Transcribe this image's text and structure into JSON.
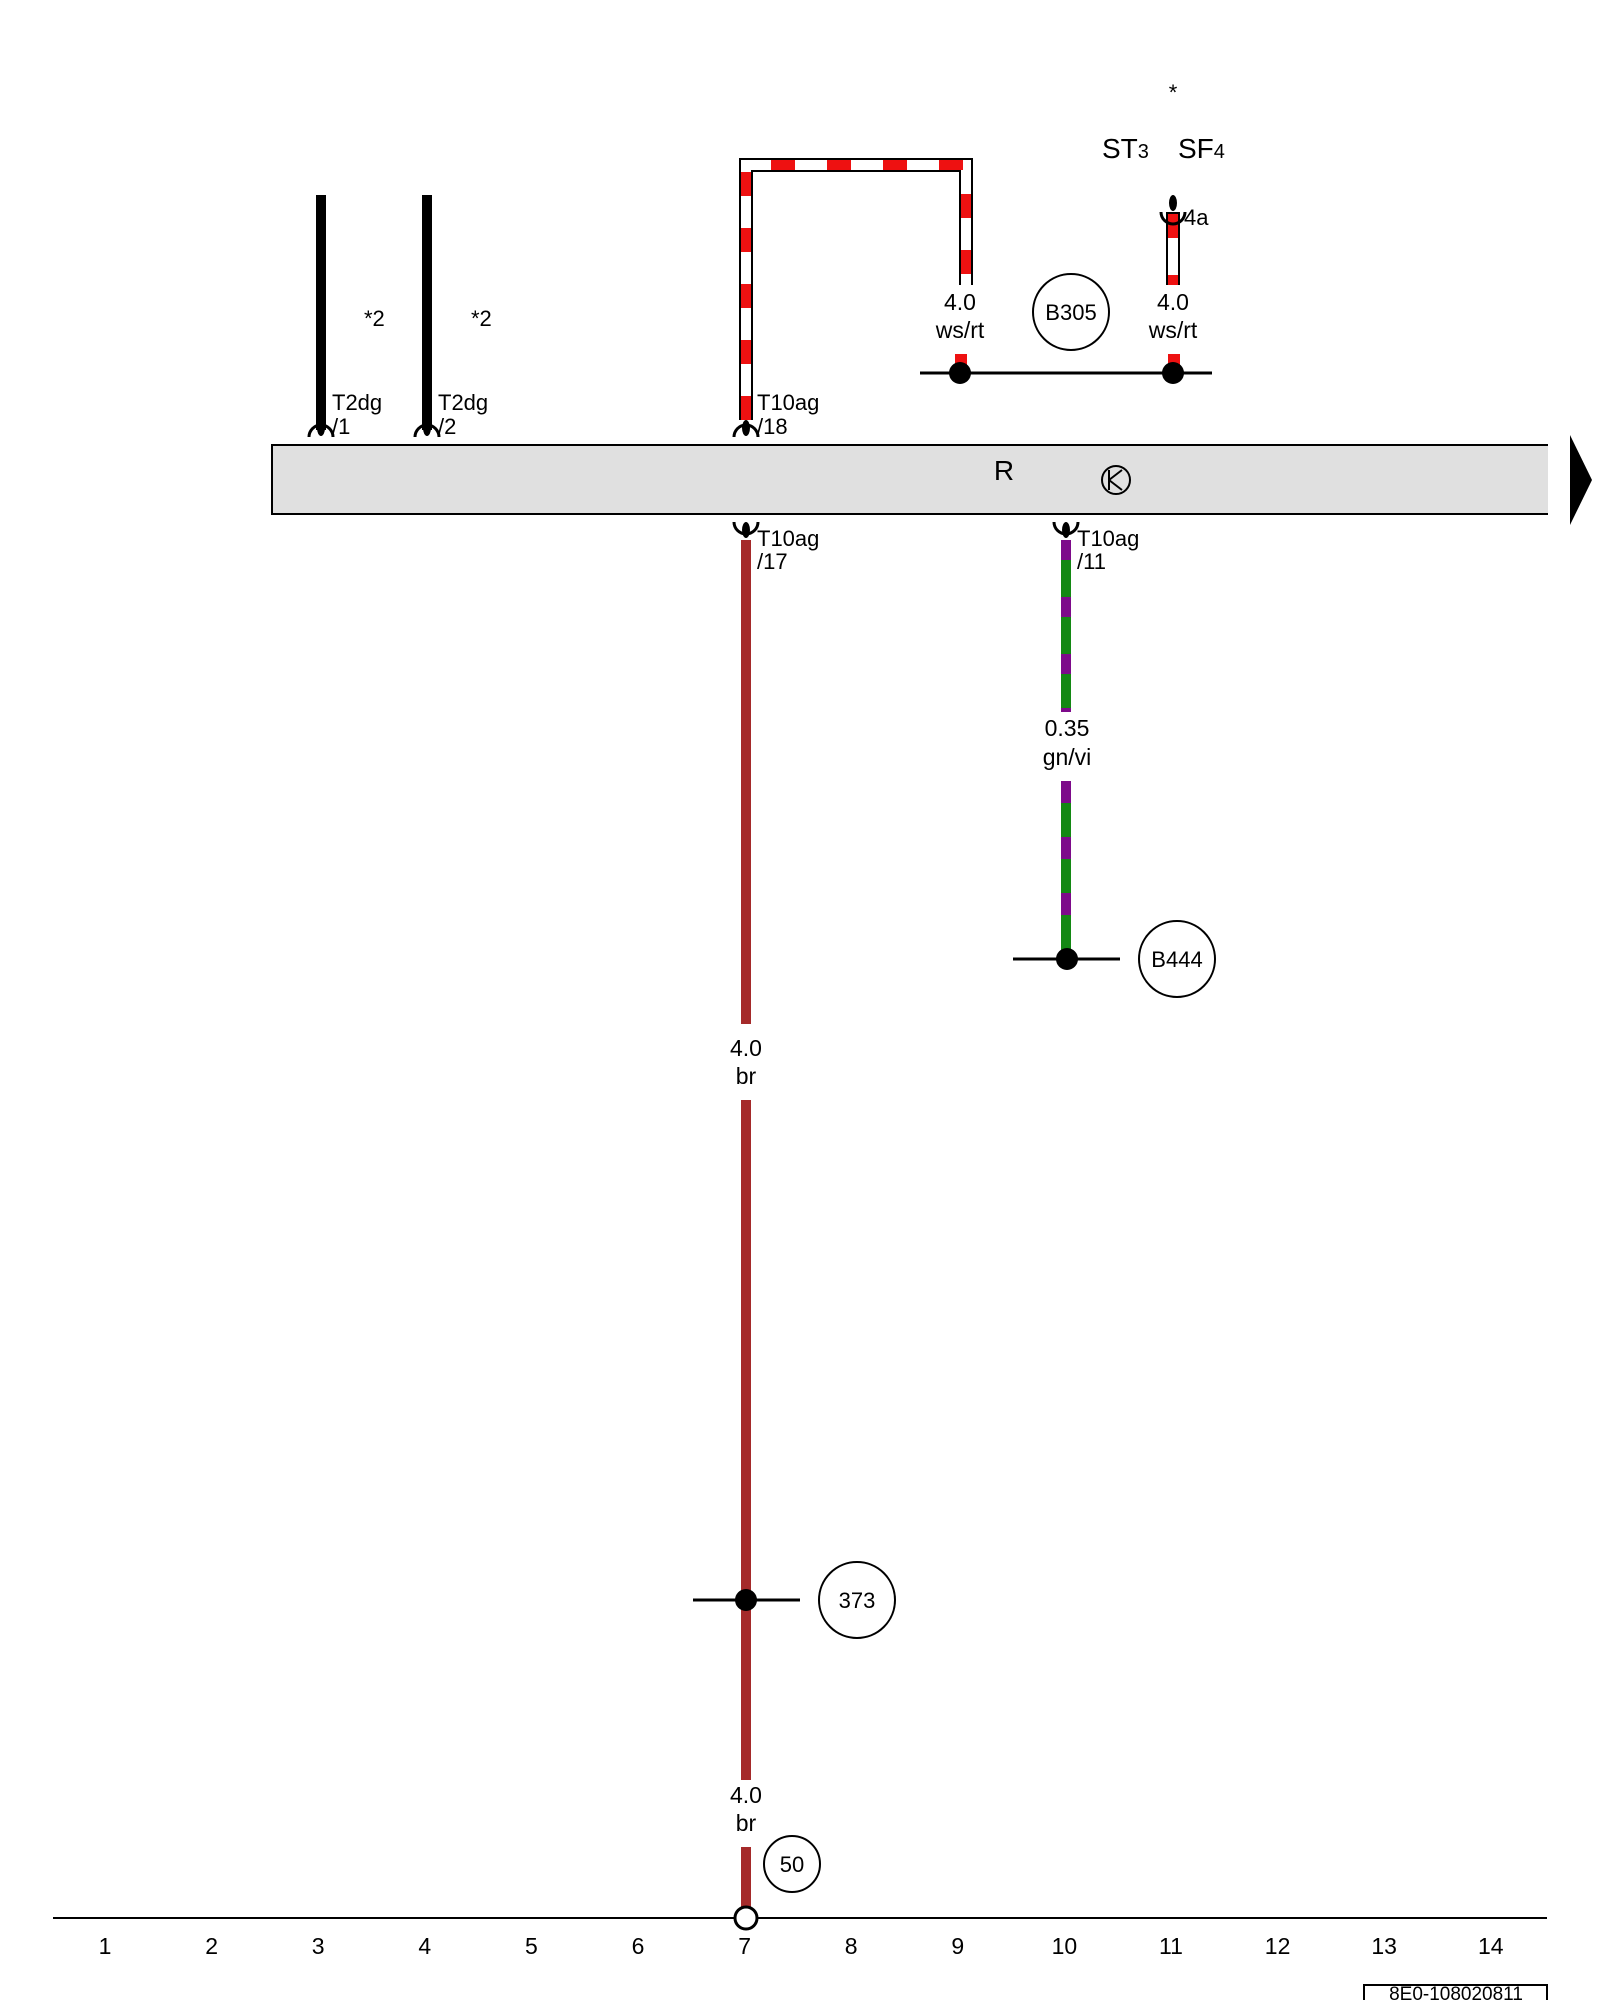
{
  "footnote_star": "*",
  "fuse_group": {
    "left": {
      "main": "ST",
      "sub": "3"
    },
    "right": {
      "main": "SF",
      "sub": "4"
    }
  },
  "fuse_pin": "4a",
  "star_notes": [
    "*2",
    "*2"
  ],
  "connectors": {
    "t2dg_1": {
      "name": "T2dg",
      "pin": "/1"
    },
    "t2dg_2": {
      "name": "T2dg",
      "pin": "/2"
    },
    "t10ag_18": {
      "name": "T10ag",
      "pin": "/18"
    },
    "t10ag_17": {
      "name": "T10ag",
      "pin": "/17"
    },
    "t10ag_11": {
      "name": "T10ag",
      "pin": "/11"
    }
  },
  "component": {
    "label": "R"
  },
  "wires": {
    "ws_rt_left": {
      "size": "4.0",
      "color": "ws/rt"
    },
    "ws_rt_right": {
      "size": "4.0",
      "color": "ws/rt"
    },
    "gn_vi": {
      "size": "0.35",
      "color": "gn/vi"
    },
    "br_upper": {
      "size": "4.0",
      "color": "br"
    },
    "br_lower": {
      "size": "4.0",
      "color": "br"
    }
  },
  "connections": {
    "b305": "B305",
    "b444": "B444",
    "c373": "373",
    "c50": "50"
  },
  "columns": [
    "1",
    "2",
    "3",
    "4",
    "5",
    "6",
    "7",
    "8",
    "9",
    "10",
    "11",
    "12",
    "13",
    "14"
  ],
  "diagram_code": "8E0-108020811",
  "colors": {
    "red": "#ee1111",
    "brown": "#a52a2a",
    "green": "#138813",
    "violet": "#7d0a8a",
    "component_fill": "#e0e0e0"
  }
}
